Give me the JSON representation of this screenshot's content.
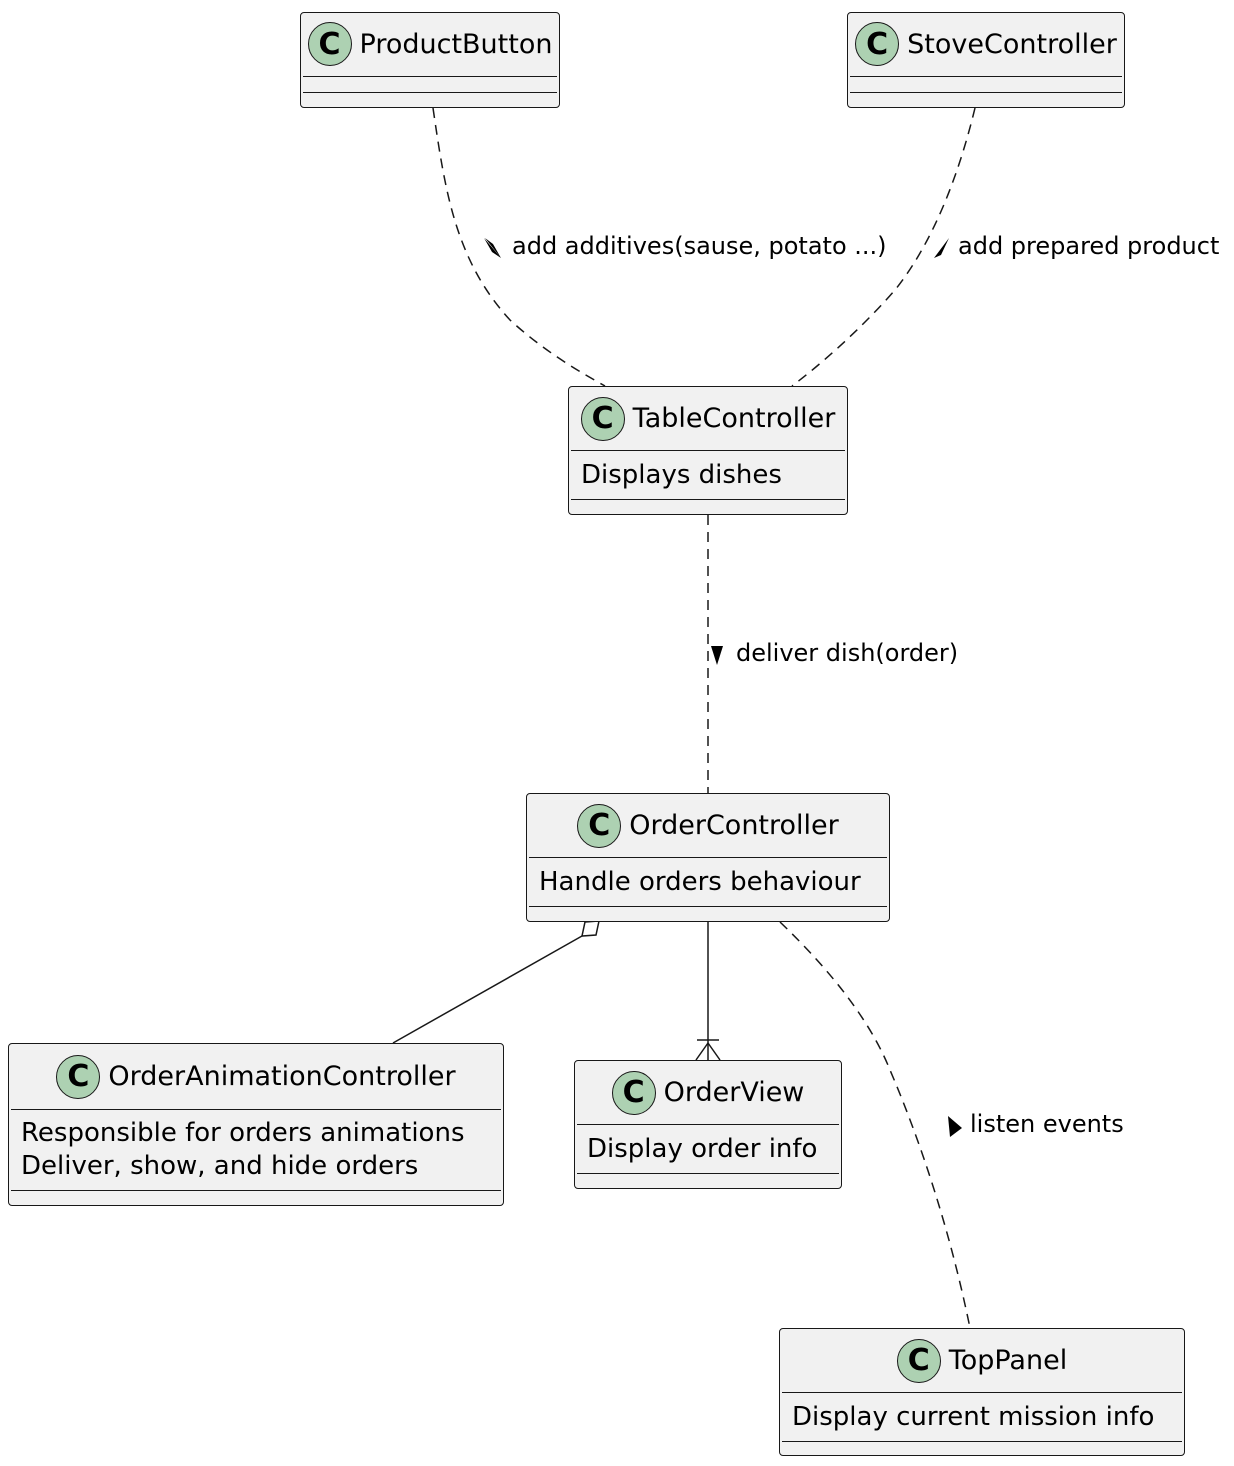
{
  "classes": {
    "product_button": {
      "name": "ProductButton",
      "badge": "C"
    },
    "stove_controller": {
      "name": "StoveController",
      "badge": "C"
    },
    "table_controller": {
      "name": "TableController",
      "badge": "C",
      "description": "Displays dishes"
    },
    "order_controller": {
      "name": "OrderController",
      "badge": "C",
      "description": "Handle orders behaviour"
    },
    "order_animation_controller": {
      "name": "OrderAnimationController",
      "badge": "C",
      "description_lines": [
        "Responsible for orders animations",
        "Deliver, show, and hide orders"
      ]
    },
    "order_view": {
      "name": "OrderView",
      "badge": "C",
      "description": "Display order info"
    },
    "top_panel": {
      "name": "TopPanel",
      "badge": "C",
      "description": "Display current mission info"
    }
  },
  "relations": {
    "product_to_table": "add additives(sause, potato ...)",
    "stove_to_table": "add prepared product",
    "table_to_order": "deliver dish(order)",
    "order_to_toppanel": "listen events"
  },
  "colors": {
    "class_fill": "#f1f1f1",
    "badge_fill": "#add1b2",
    "line": "#181818"
  }
}
